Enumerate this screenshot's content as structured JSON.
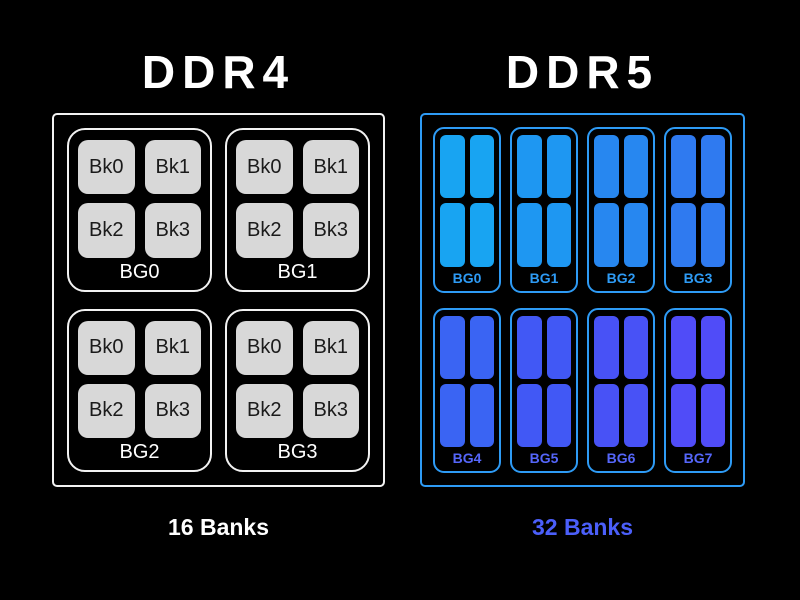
{
  "background": "#000000",
  "ddr4": {
    "title": "DDR4",
    "caption": "16 Banks",
    "outline_color": "#f2f2f2",
    "bank_fill": "#d8d8d8",
    "bank_text_color": "#1b1b1b",
    "bank_groups": [
      {
        "label": "BG0",
        "banks": [
          "Bk0",
          "Bk1",
          "Bk2",
          "Bk3"
        ]
      },
      {
        "label": "BG1",
        "banks": [
          "Bk0",
          "Bk1",
          "Bk2",
          "Bk3"
        ]
      },
      {
        "label": "BG2",
        "banks": [
          "Bk0",
          "Bk1",
          "Bk2",
          "Bk3"
        ]
      },
      {
        "label": "BG3",
        "banks": [
          "Bk0",
          "Bk1",
          "Bk2",
          "Bk3"
        ]
      }
    ]
  },
  "ddr5": {
    "title": "DDR5",
    "caption": "32 Banks",
    "caption_color": "#4b5ffa",
    "outline_color": "#2e9bf5",
    "banks_per_group": 4,
    "bank_groups": [
      {
        "label": "BG0",
        "color": "#18a4f2",
        "label_color": "#2e9bf5"
      },
      {
        "label": "BG1",
        "color": "#1e97f2",
        "label_color": "#2e9bf5"
      },
      {
        "label": "BG2",
        "color": "#2787f0",
        "label_color": "#2e9bf5"
      },
      {
        "label": "BG3",
        "color": "#2f7af0",
        "label_color": "#2e9bf5"
      },
      {
        "label": "BG4",
        "color": "#3a64f3",
        "label_color": "#5566fa"
      },
      {
        "label": "BG5",
        "color": "#4158f5",
        "label_color": "#5566fa"
      },
      {
        "label": "BG6",
        "color": "#4852f6",
        "label_color": "#5566fa"
      },
      {
        "label": "BG7",
        "color": "#504cf8",
        "label_color": "#5566fa"
      }
    ]
  }
}
